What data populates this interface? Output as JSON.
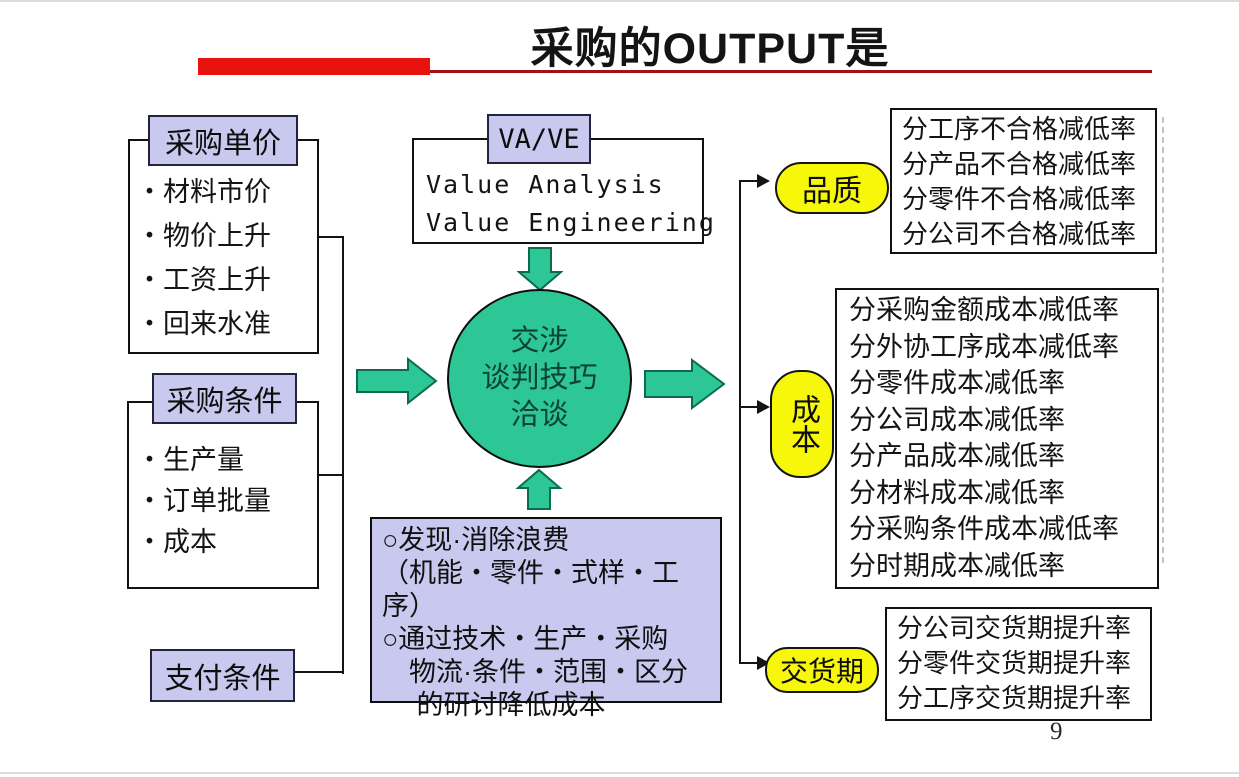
{
  "slide": {
    "title": "采购的OUTPUT是",
    "page_number": "9"
  },
  "colors": {
    "accent_red": "#e8120e",
    "accent_red_dark": "#a21318",
    "lavender": "#c9c9ef",
    "yellow": "#f7f70a",
    "green": "#2cc795"
  },
  "left": {
    "purchase_price": {
      "header": "采购单价",
      "items": [
        "・材料市价",
        "・物价上升",
        "・工资上升",
        "・回来水准"
      ]
    },
    "purchase_terms": {
      "header": "采购条件",
      "items": [
        "・生产量",
        "・订单批量",
        "・成本"
      ]
    },
    "payment_terms": {
      "header": "支付条件"
    }
  },
  "center": {
    "vave": {
      "header": "VA/VE",
      "lines": [
        "Value Analysis",
        "Value Engineering"
      ]
    },
    "circle": {
      "lines": [
        "交涉",
        "谈判技巧",
        "洽谈"
      ]
    },
    "cost_reduction": {
      "lines": [
        "○发现·消除浪费",
        "（机能・零件・式样・工",
        "序）",
        "○通过技术・生产・采购",
        "　物流·条件・范围・区分",
        "　 的研讨降低成本"
      ]
    }
  },
  "right": {
    "quality": {
      "label": "品质",
      "outputs": [
        "分工序不合格减低率",
        "分产品不合格减低率",
        "分零件不合格减低率",
        "分公司不合格减低率"
      ]
    },
    "cost": {
      "label": "成本",
      "outputs": [
        "分采购金额成本减低率",
        "分外协工序成本减低率",
        "分零件成本减低率",
        "分公司成本减低率",
        "分产品成本减低率",
        "分材料成本减低率",
        "分采购条件成本减低率",
        "分时期成本减低率"
      ]
    },
    "delivery": {
      "label": "交货期",
      "outputs": [
        "分公司交货期提升率",
        "分零件交货期提升率",
        "分工序交货期提升率"
      ]
    }
  }
}
